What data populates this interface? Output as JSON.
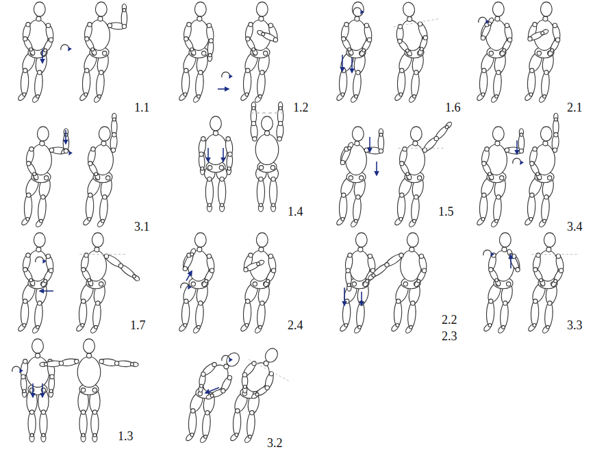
{
  "diagram": {
    "labels": [
      "1.1",
      "1.2",
      "1.6",
      "2.1",
      "3.1",
      "1.4",
      "1.5",
      "3.4",
      "1.7",
      "2.4",
      "2.2",
      "2.3",
      "3.3",
      "1.3",
      "3.2"
    ]
  }
}
